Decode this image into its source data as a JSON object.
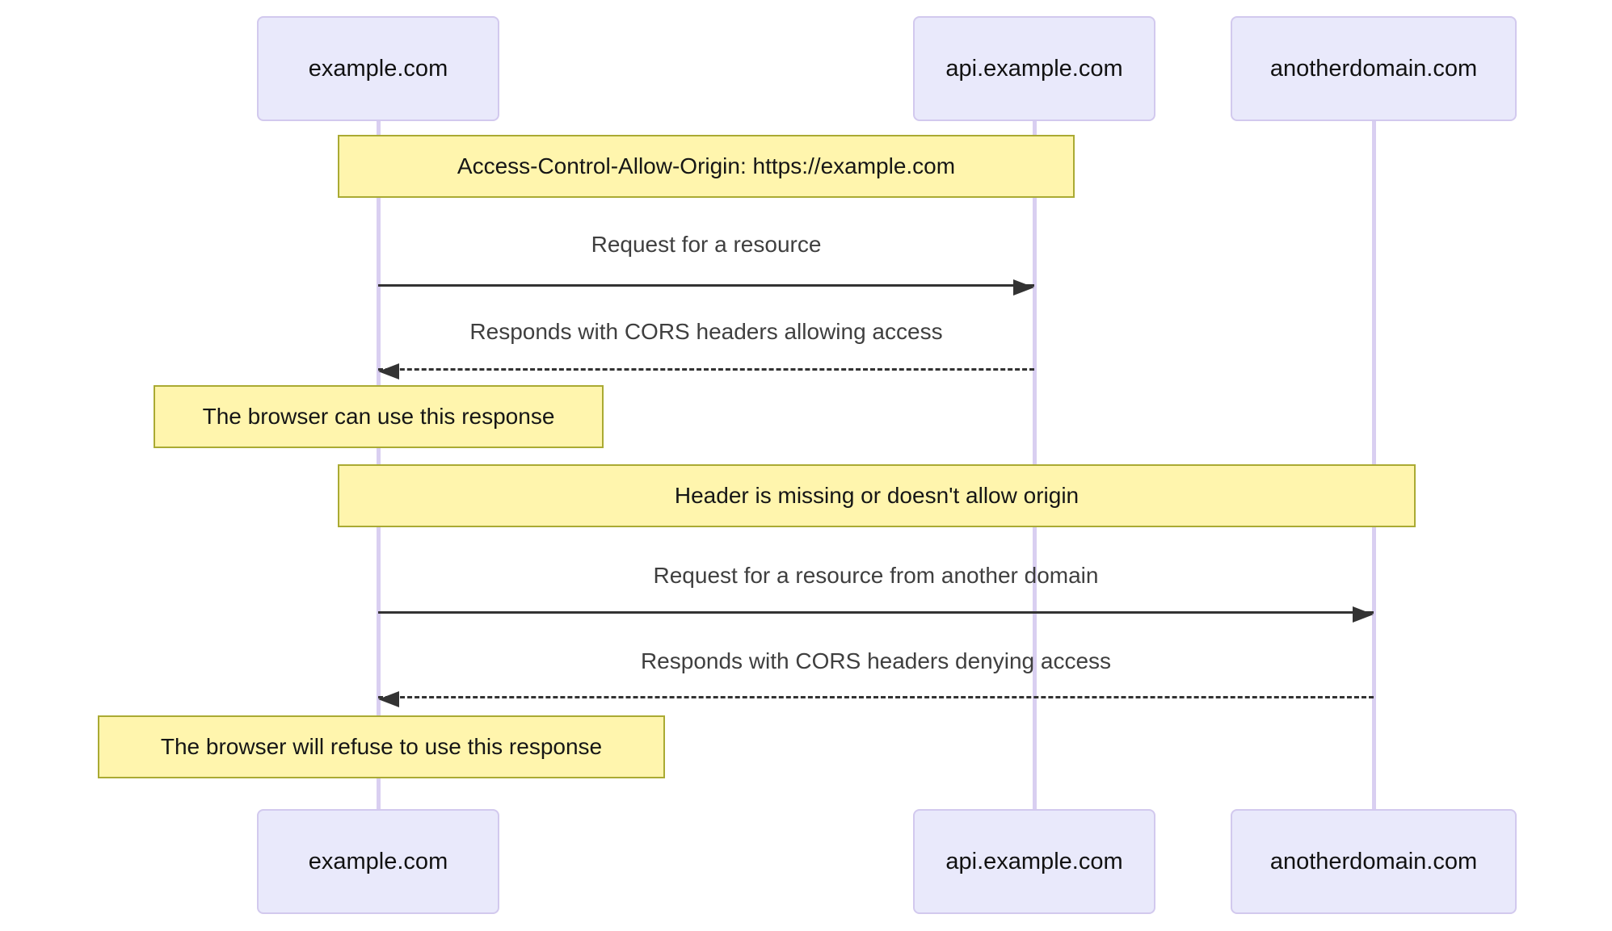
{
  "diagram": {
    "kind": "sequence-diagram",
    "topic": "CORS request flow",
    "actors": [
      {
        "id": "example",
        "label": "example.com"
      },
      {
        "id": "api",
        "label": "api.example.com"
      },
      {
        "id": "anotherdomain",
        "label": "anotherdomain.com"
      }
    ],
    "notes": [
      {
        "index": 0,
        "text": "Access-Control-Allow-Origin: https://example.com",
        "over": [
          "example",
          "api"
        ]
      },
      {
        "index": 1,
        "text": "The browser can use this response",
        "over": [
          "example"
        ]
      },
      {
        "index": 2,
        "text": "Header is missing or doesn't allow origin",
        "over": [
          "example",
          "anotherdomain"
        ]
      },
      {
        "index": 3,
        "text": "The browser will refuse to use this response",
        "over": [
          "example"
        ]
      }
    ],
    "messages": [
      {
        "index": 0,
        "from": "example",
        "to": "api",
        "style": "solid",
        "text": "Request for a resource"
      },
      {
        "index": 1,
        "from": "api",
        "to": "example",
        "style": "dashed",
        "text": "Responds with CORS headers allowing access"
      },
      {
        "index": 2,
        "from": "example",
        "to": "anotherdomain",
        "style": "solid",
        "text": "Request for a resource from another domain"
      },
      {
        "index": 3,
        "from": "anotherdomain",
        "to": "example",
        "style": "dashed",
        "text": "Responds with CORS headers denying access"
      }
    ],
    "colors": {
      "background": "#ffffff",
      "actor_fill": "#e9e9fb",
      "actor_border": "#d2c9ee",
      "lifeline": "#d9cff1",
      "note_fill": "#fff5ad",
      "note_border": "#aaaa33",
      "arrow": "#333333",
      "message_text": "#3f3f3f",
      "label_text": "#111111"
    }
  }
}
